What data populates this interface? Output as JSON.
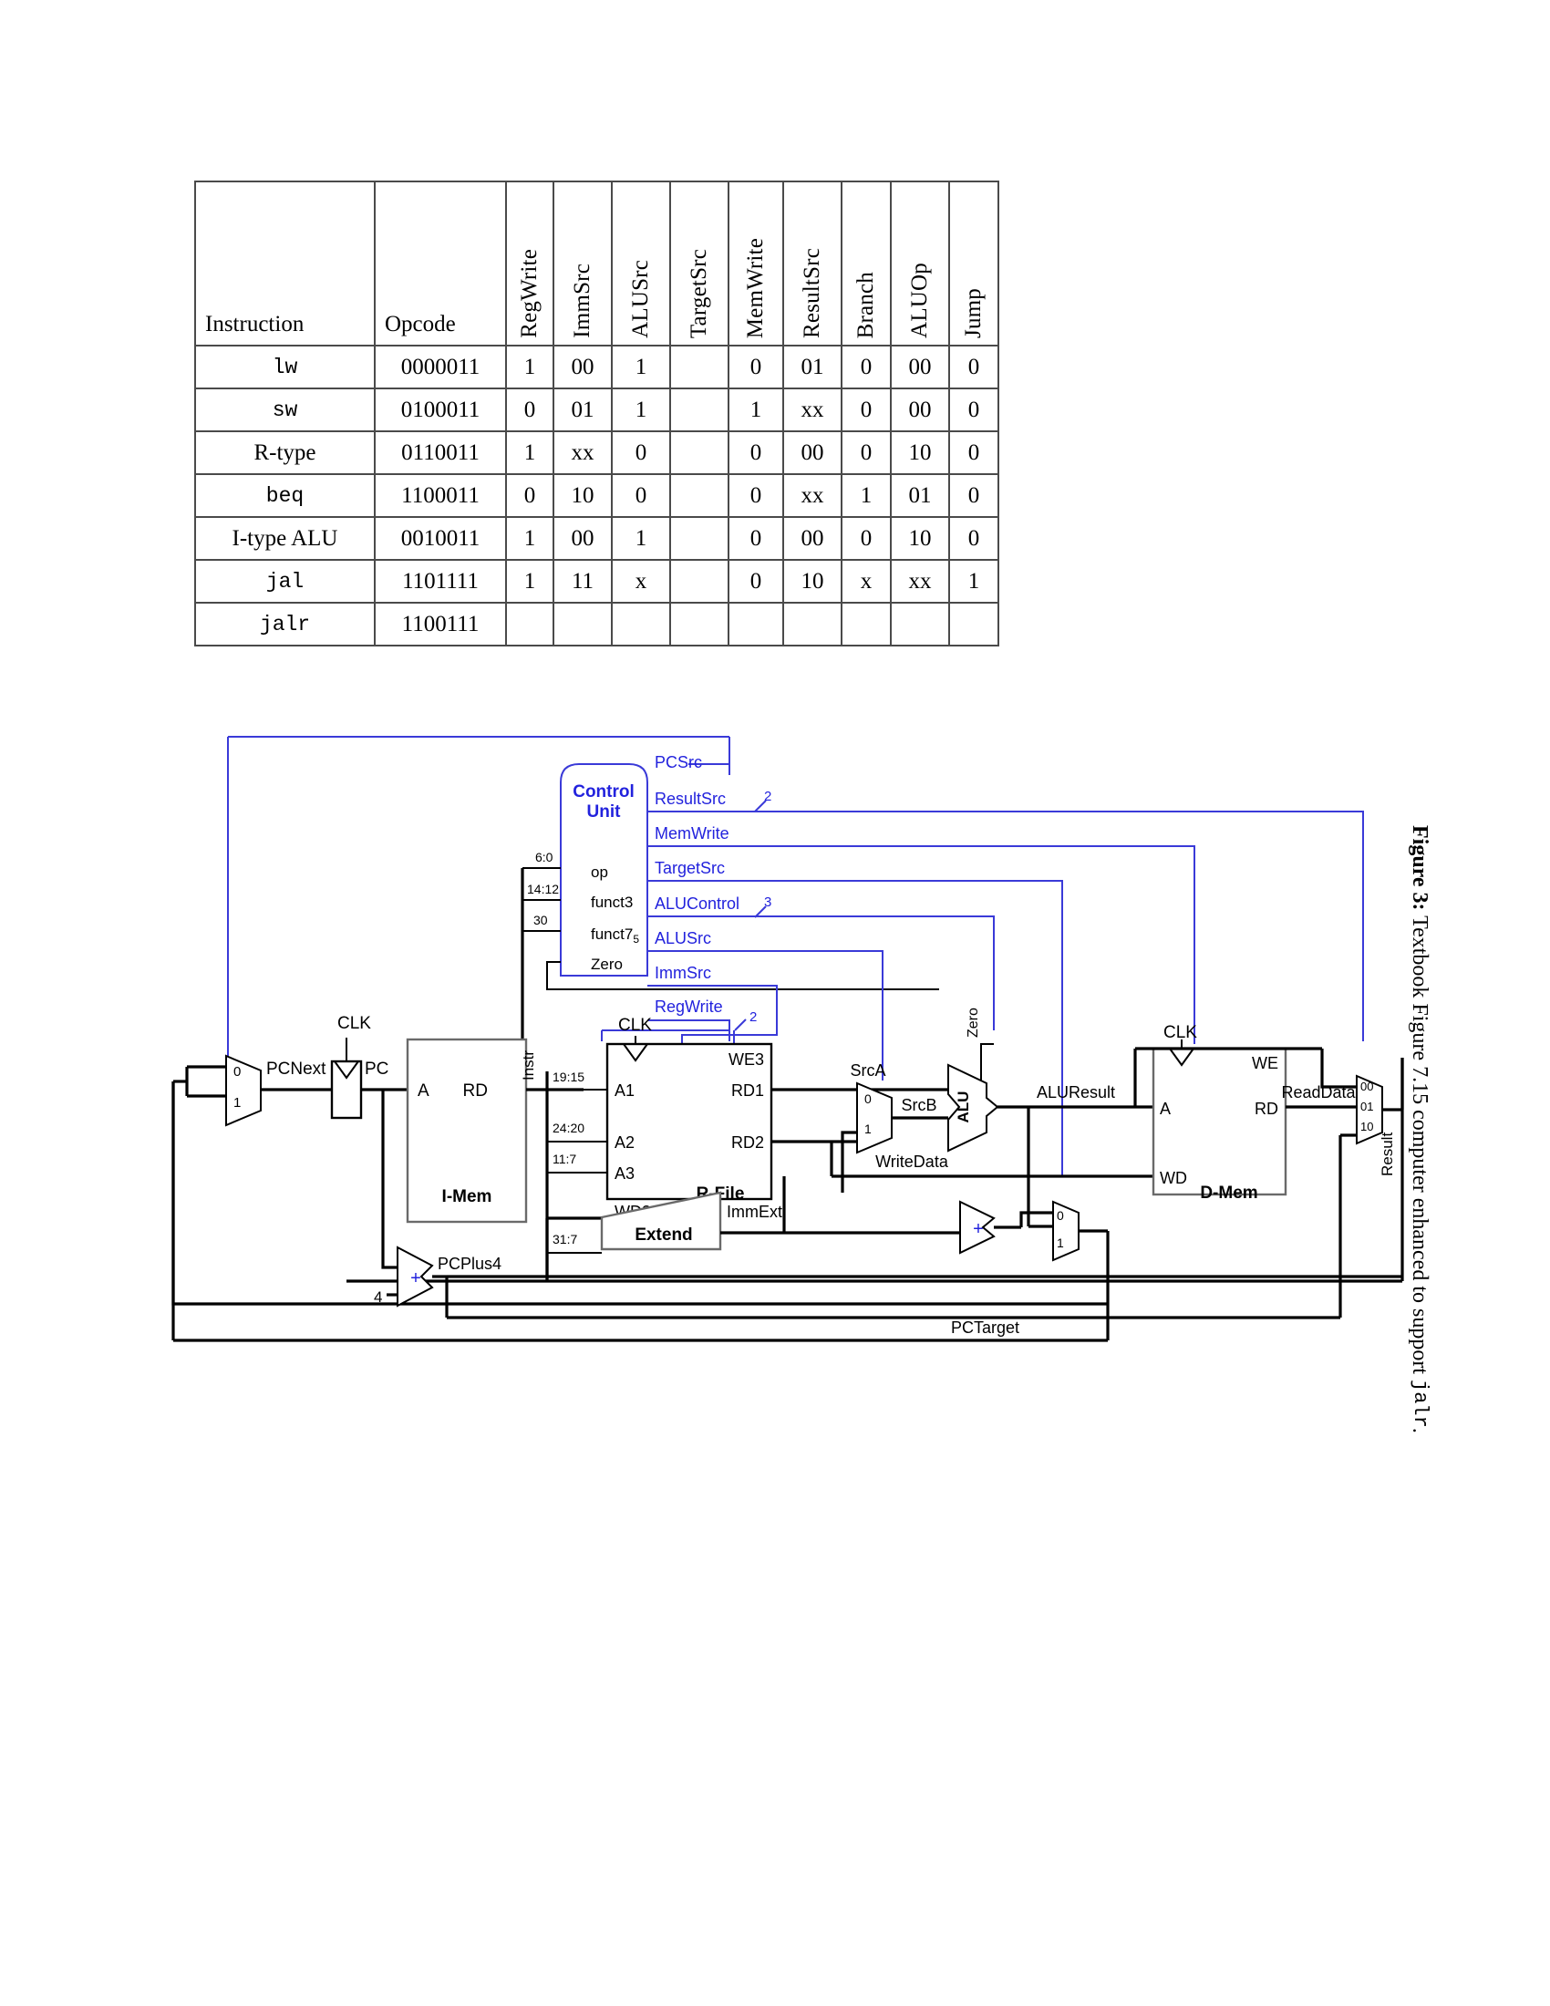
{
  "control_table": {
    "columns": [
      {
        "key": "instruction",
        "label": "Instruction",
        "rotated": false
      },
      {
        "key": "opcode",
        "label": "Opcode",
        "rotated": false
      },
      {
        "key": "regwrite",
        "label": "RegWrite",
        "rotated": true
      },
      {
        "key": "immsrc",
        "label": "ImmSrc",
        "rotated": true
      },
      {
        "key": "alusrc",
        "label": "ALUSrc",
        "rotated": true
      },
      {
        "key": "targetsrc",
        "label": "TargetSrc",
        "rotated": true
      },
      {
        "key": "memwrite",
        "label": "MemWrite",
        "rotated": true
      },
      {
        "key": "resultsrc",
        "label": "ResultSrc",
        "rotated": true
      },
      {
        "key": "branch",
        "label": "Branch",
        "rotated": true
      },
      {
        "key": "aluop",
        "label": "ALUOp",
        "rotated": true
      },
      {
        "key": "jump",
        "label": "Jump",
        "rotated": true
      }
    ],
    "rows": [
      {
        "instruction": "lw",
        "mono": true,
        "opcode": "0000011",
        "regwrite": "1",
        "immsrc": "00",
        "alusrc": "1",
        "targetsrc": "",
        "memwrite": "0",
        "resultsrc": "01",
        "branch": "0",
        "aluop": "00",
        "jump": "0"
      },
      {
        "instruction": "sw",
        "mono": true,
        "opcode": "0100011",
        "regwrite": "0",
        "immsrc": "01",
        "alusrc": "1",
        "targetsrc": "",
        "memwrite": "1",
        "resultsrc": "xx",
        "branch": "0",
        "aluop": "00",
        "jump": "0"
      },
      {
        "instruction": "R-type",
        "mono": false,
        "opcode": "0110011",
        "regwrite": "1",
        "immsrc": "xx",
        "alusrc": "0",
        "targetsrc": "",
        "memwrite": "0",
        "resultsrc": "00",
        "branch": "0",
        "aluop": "10",
        "jump": "0"
      },
      {
        "instruction": "beq",
        "mono": true,
        "opcode": "1100011",
        "regwrite": "0",
        "immsrc": "10",
        "alusrc": "0",
        "targetsrc": "",
        "memwrite": "0",
        "resultsrc": "xx",
        "branch": "1",
        "aluop": "01",
        "jump": "0"
      },
      {
        "instruction": "I-type ALU",
        "mono": false,
        "opcode": "0010011",
        "regwrite": "1",
        "immsrc": "00",
        "alusrc": "1",
        "targetsrc": "",
        "memwrite": "0",
        "resultsrc": "00",
        "branch": "0",
        "aluop": "10",
        "jump": "0"
      },
      {
        "instruction": "jal",
        "mono": true,
        "opcode": "1101111",
        "regwrite": "1",
        "immsrc": "11",
        "alusrc": "x",
        "targetsrc": "",
        "memwrite": "0",
        "resultsrc": "10",
        "branch": "x",
        "aluop": "xx",
        "jump": "1"
      },
      {
        "instruction": "jalr",
        "mono": true,
        "opcode": "1100111",
        "regwrite": "",
        "immsrc": "",
        "alusrc": "",
        "targetsrc": "",
        "memwrite": "",
        "resultsrc": "",
        "branch": "",
        "aluop": "",
        "jump": ""
      }
    ]
  },
  "caption": {
    "label": "Figure 3:",
    "text_before": " Textbook Figure 7.15 computer enhanced to support ",
    "mono": "jalr",
    "text_after": "."
  },
  "diagram": {
    "control_unit": {
      "title_line1": "Control",
      "title_line2": "Unit",
      "inputs": [
        {
          "name": "op",
          "bits": "6:0"
        },
        {
          "name": "funct3",
          "bits": "14:12"
        },
        {
          "name": "funct7",
          "sub": "5",
          "bits": "30"
        },
        {
          "name": "Zero",
          "bits": ""
        }
      ],
      "outputs": [
        {
          "name": "PCSrc",
          "width": ""
        },
        {
          "name": "ResultSrc",
          "width": "2"
        },
        {
          "name": "MemWrite",
          "width": ""
        },
        {
          "name": "TargetSrc",
          "width": ""
        },
        {
          "name": "ALUControl",
          "width": "3"
        },
        {
          "name": "ALUSrc",
          "width": ""
        },
        {
          "name": "ImmSrc",
          "width": "2"
        },
        {
          "name": "RegWrite",
          "width": ""
        }
      ]
    },
    "blocks": {
      "imem": {
        "name": "I-Mem",
        "port_a": "A",
        "port_rd": "RD"
      },
      "rfile": {
        "name": "R-File",
        "clk": "CLK",
        "we3": "WE3",
        "a1": "A1",
        "a2": "A2",
        "a3": "A3",
        "wd3": "WD3",
        "rd1": "RD1",
        "rd2": "RD2"
      },
      "dmem": {
        "name": "D-Mem",
        "clk": "CLK",
        "we": "WE",
        "a": "A",
        "wd": "WD",
        "rd": "RD"
      },
      "extend": {
        "name": "Extend"
      },
      "alu": {
        "name": "ALU"
      },
      "pc_reg": {
        "clk": "CLK"
      }
    },
    "wires": {
      "pcnext": "PCNext",
      "pc": "PC",
      "instr": "Instr",
      "srca": "SrcA",
      "srcb": "SrcB",
      "zero": "Zero",
      "aluresult": "ALUResult",
      "writedata": "WriteData",
      "readdata": "ReadData",
      "result": "Result",
      "immext": "ImmExt",
      "pcplus4": "PCPlus4",
      "pctarget": "PCTarget",
      "const4": "4"
    },
    "bit_taps": {
      "a1": "19:15",
      "a2": "24:20",
      "a3": "11:7",
      "imm": "31:7"
    },
    "mux_labels": {
      "pc_mux": [
        "0",
        "1"
      ],
      "srcb_mux": [
        "0",
        "1"
      ],
      "target_mux": [
        "0",
        "1"
      ],
      "result_mux": [
        "00",
        "01",
        "10"
      ]
    },
    "colors": {
      "control_blue": "#2222dd",
      "wire_black": "#000000",
      "box_gray": "#6a6a6a"
    }
  }
}
